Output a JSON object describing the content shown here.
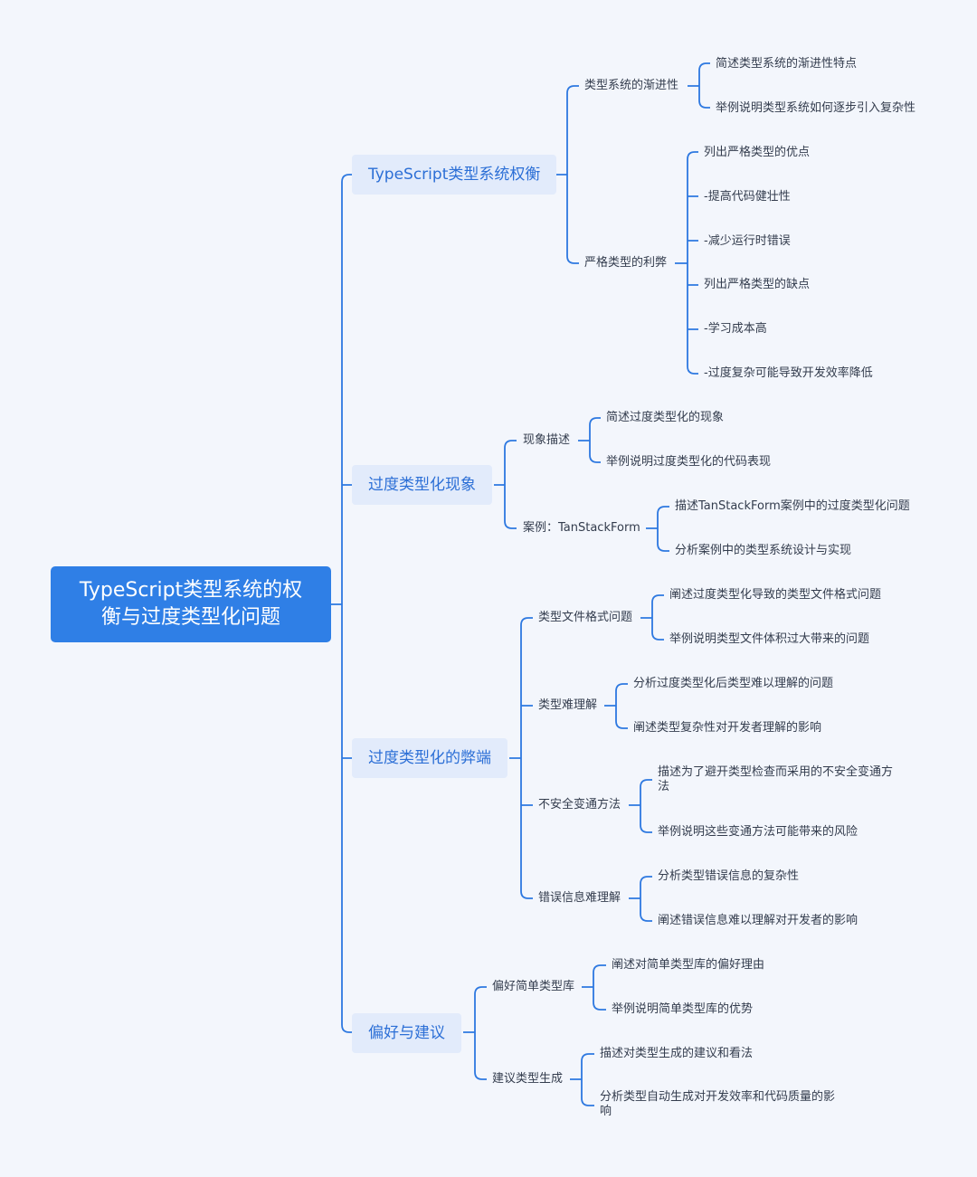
{
  "root": {
    "label_line1": "TypeScript类型系统的权",
    "label_line2": "衡与过度类型化问题"
  },
  "branches": [
    {
      "label": "TypeScript类型系统权衡",
      "children": [
        {
          "label": "类型系统的渐进性",
          "children": [
            "简述类型系统的渐进性特点",
            "举例说明类型系统如何逐步引入复杂性"
          ]
        },
        {
          "label": "严格类型的利弊",
          "children": [
            "列出严格类型的优点",
            "-提高代码健壮性",
            "-减少运行时错误",
            "列出严格类型的缺点",
            "-学习成本高",
            "-过度复杂可能导致开发效率降低"
          ]
        }
      ]
    },
    {
      "label": "过度类型化现象",
      "children": [
        {
          "label": "现象描述",
          "children": [
            "简述过度类型化的现象",
            "举例说明过度类型化的代码表现"
          ]
        },
        {
          "label": "案例：TanStackForm",
          "children": [
            "描述TanStackForm案例中的过度类型化问题",
            "分析案例中的类型系统设计与实现"
          ]
        }
      ]
    },
    {
      "label": "过度类型化的弊端",
      "children": [
        {
          "label": "类型文件格式问题",
          "children": [
            "阐述过度类型化导致的类型文件格式问题",
            "举例说明类型文件体积过大带来的问题"
          ]
        },
        {
          "label": "类型难理解",
          "children": [
            "分析过度类型化后类型难以理解的问题",
            "阐述类型复杂性对开发者理解的影响"
          ]
        },
        {
          "label": "不安全变通方法",
          "children": [
            "描述为了避开类型检查而采用的不安全变通方法",
            "举例说明这些变通方法可能带来的风险"
          ]
        },
        {
          "label": "错误信息难理解",
          "children": [
            "分析类型错误信息的复杂性",
            "阐述错误信息难以理解对开发者的影响"
          ]
        }
      ]
    },
    {
      "label": "偏好与建议",
      "children": [
        {
          "label": "偏好简单类型库",
          "children": [
            "阐述对简单类型库的偏好理由",
            "举例说明简单类型库的优势"
          ]
        },
        {
          "label": "建议类型生成",
          "children": [
            "描述对类型生成的建议和看法",
            "分析类型自动生成对开发效率和代码质量的影响"
          ]
        }
      ]
    }
  ],
  "colors": {
    "background": "#f3f6fc",
    "root_fill": "#2f7fe6",
    "branch_fill": "#e2ebfb",
    "branch_text": "#2c6fd6",
    "connector": "#2d78e0",
    "leaf_text": "#333c4d"
  }
}
